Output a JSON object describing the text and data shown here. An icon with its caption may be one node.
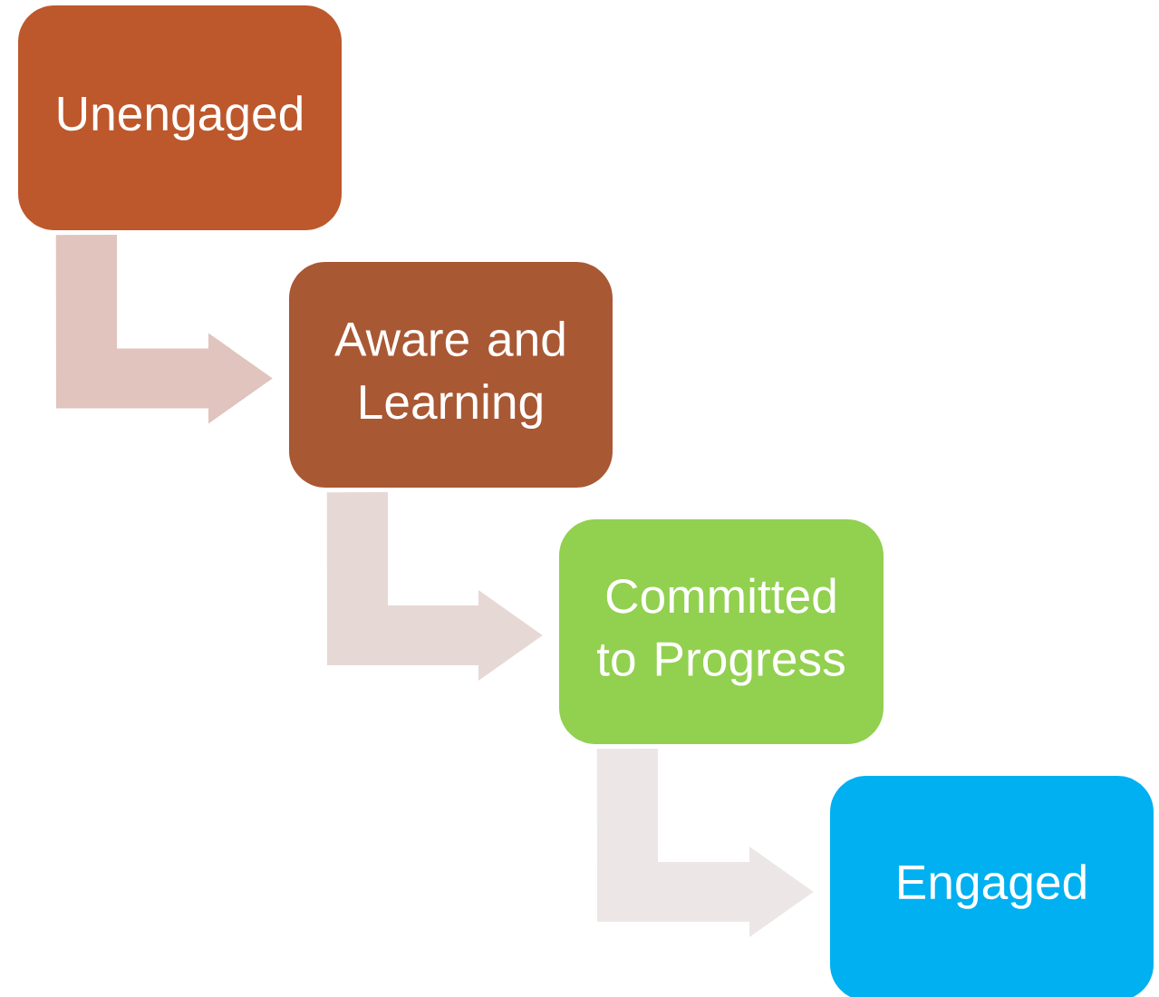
{
  "diagram": {
    "nodes": [
      {
        "text": [
          "Unengaged"
        ]
      },
      {
        "text": [
          "Aware and Learning"
        ]
      },
      {
        "text": [
          "Committed to Progress"
        ]
      },
      {
        "text": [
          "Engaged"
        ]
      }
    ],
    "edges": [
      {
        "from": 0,
        "to": 1,
        "arrow": "to",
        "color": "#e0c4bd"
      },
      {
        "from": 1,
        "to": 2,
        "arrow": "to",
        "color": "#e6d8d5"
      },
      {
        "from": 2,
        "to": 3,
        "arrow": "to",
        "color": "#ece7e6"
      }
    ]
  }
}
